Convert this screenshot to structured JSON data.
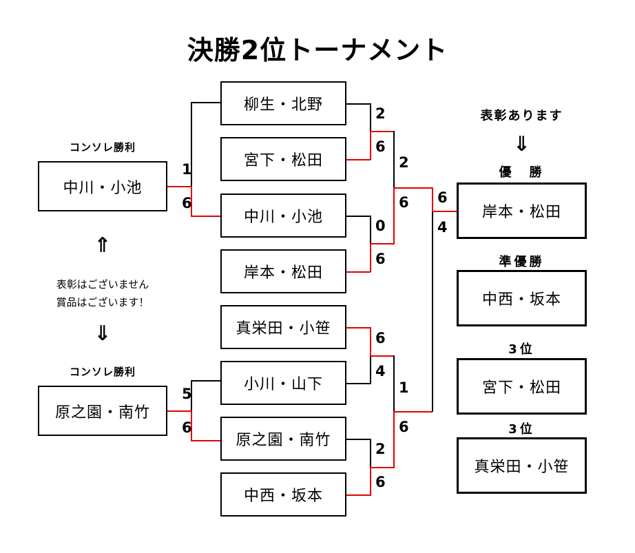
{
  "page": {
    "title": "決勝2位トーナメント",
    "bg_color": "#ffffff",
    "line_color": "#000000",
    "winner_line_color": "#e00000"
  },
  "consolation": {
    "top": {
      "caption": "コンソレ勝利",
      "team": "中川・小池",
      "score_upper": "1",
      "score_lower": "6"
    },
    "bottom": {
      "caption": "コンソレ勝利",
      "team": "原之園・南竹",
      "score_upper": "5",
      "score_lower": "6"
    },
    "arrow_up": "⇑",
    "arrow_down": "⇓",
    "note_line1": "表彰はございません",
    "note_line2": "賞品はございます！"
  },
  "bracket": {
    "round1": [
      {
        "team": "柳生・北野",
        "score": "2"
      },
      {
        "team": "宮下・松田",
        "score": "6"
      },
      {
        "team": "中川・小池",
        "score": "0"
      },
      {
        "team": "岸本・松田",
        "score": "6"
      },
      {
        "team": "真栄田・小笹",
        "score": "6"
      },
      {
        "team": "小川・山下",
        "score": "4"
      },
      {
        "team": "原之園・南竹",
        "score": "2"
      },
      {
        "team": "中西・坂本",
        "score": "6"
      }
    ],
    "semifinals": [
      {
        "score": "2"
      },
      {
        "score": "6"
      },
      {
        "score": "1"
      },
      {
        "score": "6"
      }
    ],
    "final": [
      {
        "score": "6"
      },
      {
        "score": "4"
      }
    ]
  },
  "results": {
    "award_note": "表彰あります",
    "award_arrow": "⇓",
    "items": [
      {
        "rank": "優　勝",
        "team": "岸本・松田"
      },
      {
        "rank": "準優勝",
        "team": "中西・坂本"
      },
      {
        "rank": "3位",
        "team": "宮下・松田"
      },
      {
        "rank": "3位",
        "team": "真栄田・小笹"
      }
    ]
  }
}
